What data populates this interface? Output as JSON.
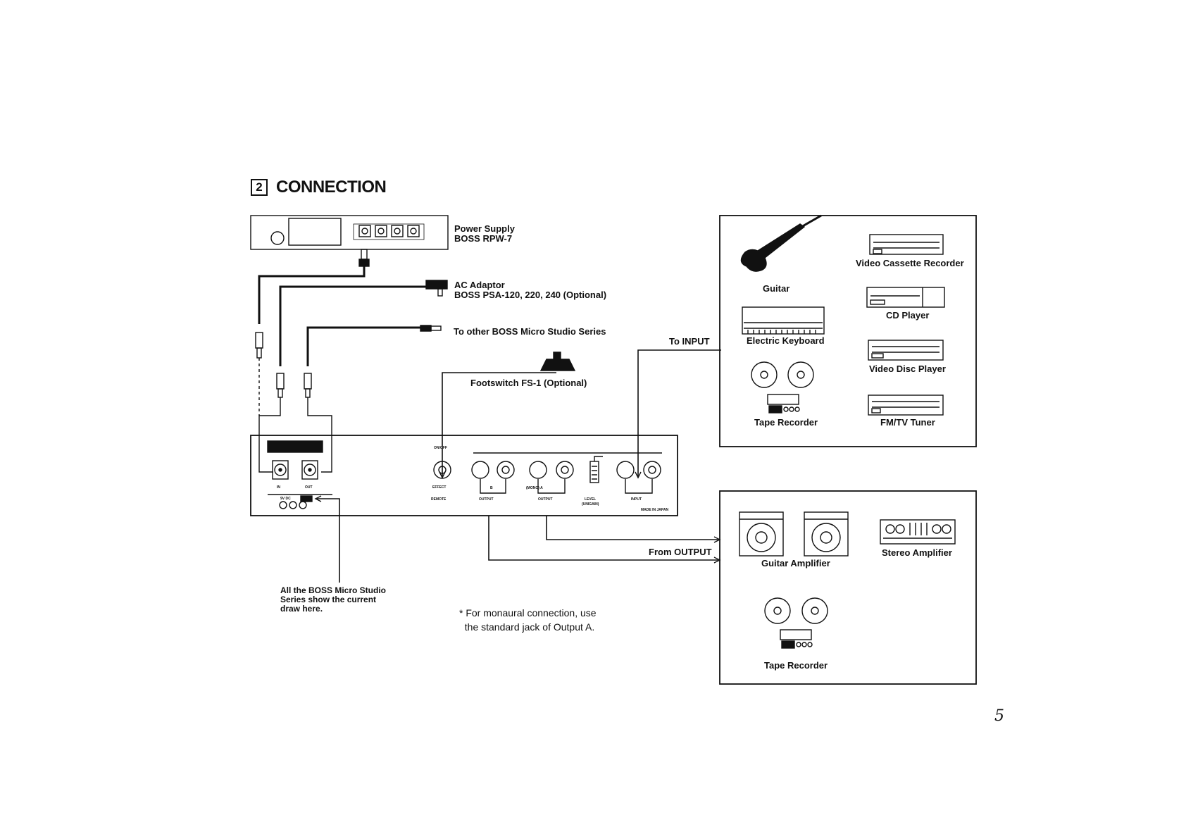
{
  "section": {
    "number": "2",
    "title": "CONNECTION"
  },
  "labels": {
    "power_supply": "Power Supply\nBOSS RPW-7",
    "ac_adaptor": "AC Adaptor\nBOSS PSA-120, 220, 240 (Optional)",
    "other_boss": "To other BOSS Micro Studio Series",
    "footswitch": "Footswitch FS-1 (Optional)",
    "to_input": "To INPUT",
    "from_output": "From OUTPUT",
    "current_draw": "All the BOSS Micro Studio\nSeries show the current\ndraw here.",
    "mono_note": "* For monaural connection, use\n  the standard jack of Output A."
  },
  "source_devices": {
    "guitar": "Guitar",
    "vcr": "Video Cassette Recorder",
    "cd": "CD Player",
    "keyboard": "Electric Keyboard",
    "video_disc": "Video Disc Player",
    "tape": "Tape Recorder",
    "tuner": "FM/TV Tuner"
  },
  "output_devices": {
    "guitar_amp": "Guitar Amplifier",
    "stereo_amp": "Stereo Amplifier",
    "tape": "Tape Recorder"
  },
  "panel": {
    "in": "IN",
    "out": "OUT",
    "dc": "9V DC",
    "on_off": "ON/OFF",
    "effect": "EFFECT",
    "remote": "REMOTE",
    "b": "B",
    "mono_a": "(MONO) A",
    "output": "OUTPUT",
    "level": "LEVEL",
    "unigain": "(UNIGAIN)",
    "input": "INPUT",
    "made_in": "MADE IN JAPAN"
  },
  "page_number": "5"
}
